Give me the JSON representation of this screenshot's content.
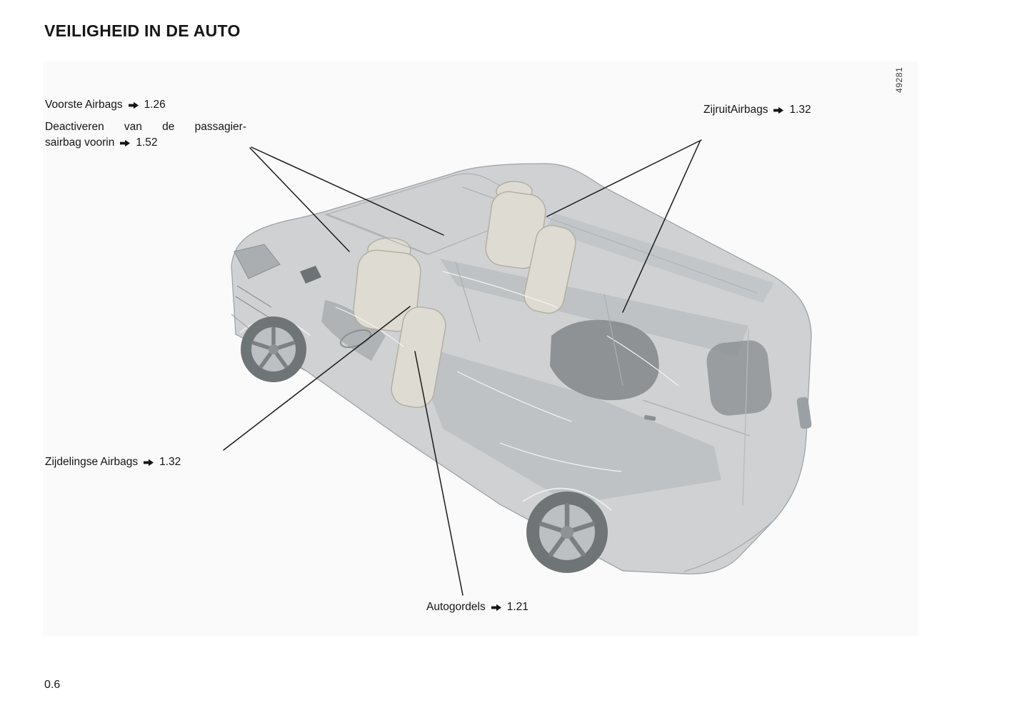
{
  "page": {
    "title": "VEILIGHEID IN DE AUTO",
    "page_number": "0.6",
    "figure_number": "49281"
  },
  "callouts": {
    "voorste_airbags": {
      "label": "Voorste Airbags",
      "ref": "1.26"
    },
    "passagier_airbag": {
      "line1": "Deactiveren van de passagier-",
      "line2": "sairbag voorin",
      "ref": "1.52"
    },
    "zijruit_airbags": {
      "label": "ZijruitAirbags",
      "ref": "1.32"
    },
    "zijdelingse_airbags": {
      "label": "Zijdelingse Airbags",
      "ref": "1.32"
    },
    "autogordels": {
      "label": "Autogordels",
      "ref": "1.21"
    }
  },
  "illustration": {
    "name": "van-cutaway-airbags-seatbelts",
    "colors": {
      "body": "#c4c7c9",
      "body_outline": "#9aa0a3",
      "glass": "#cdd0d2",
      "seats": "#dedbd2",
      "seat_outline": "#b3afa2",
      "interior_dark": "#82878a",
      "wheel_tire": "#6f7477",
      "wheel_rim": "#bcc0c2",
      "callout_line": "#1a1a1a"
    }
  }
}
